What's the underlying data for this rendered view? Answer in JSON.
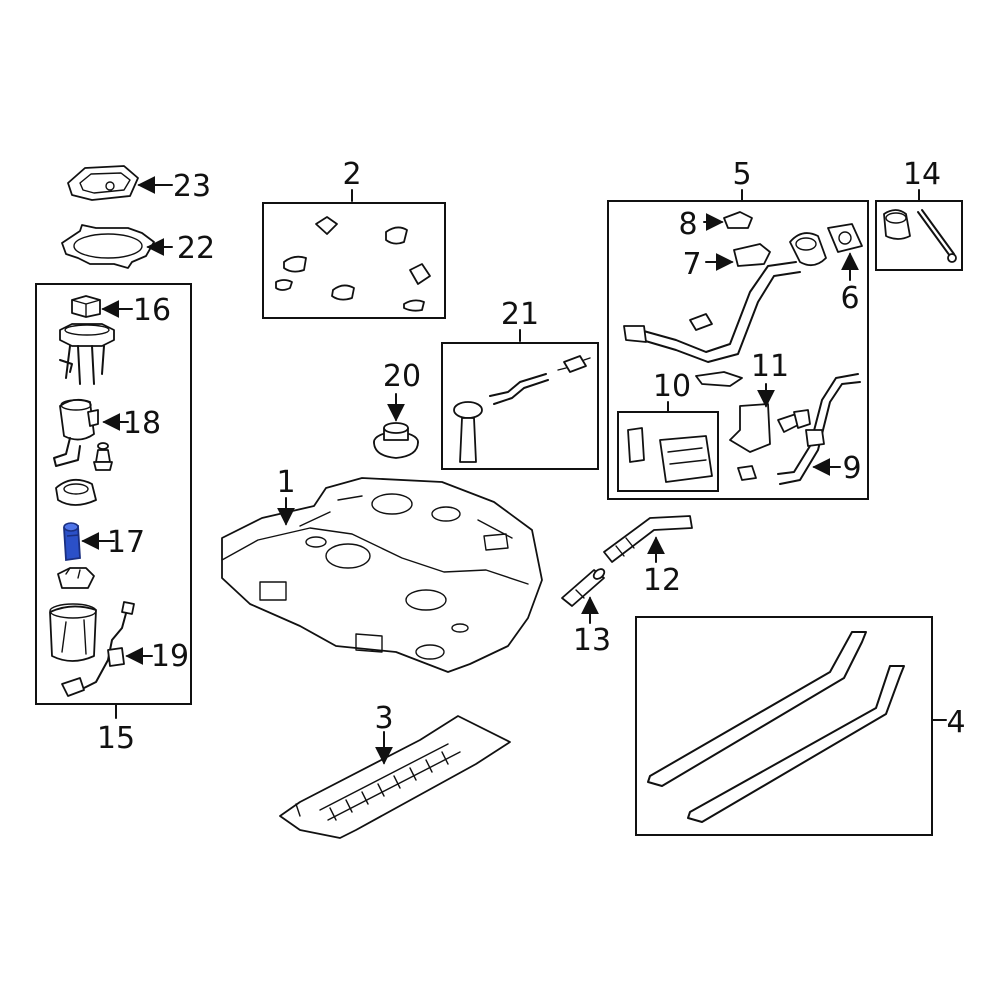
{
  "callouts": {
    "c1": "1",
    "c2": "2",
    "c3": "3",
    "c4": "4",
    "c5": "5",
    "c6": "6",
    "c7": "7",
    "c8": "8",
    "c9": "9",
    "c10": "10",
    "c11": "11",
    "c12": "12",
    "c13": "13",
    "c14": "14",
    "c15": "15",
    "c16": "16",
    "c17": "17",
    "c18": "18",
    "c19": "19",
    "c20": "20",
    "c21": "21",
    "c22": "22",
    "c23": "23"
  },
  "colors": {
    "line": "#111111",
    "background": "#ffffff",
    "highlight": "#2b50c8",
    "highlight_dark": "#1a2f80"
  }
}
